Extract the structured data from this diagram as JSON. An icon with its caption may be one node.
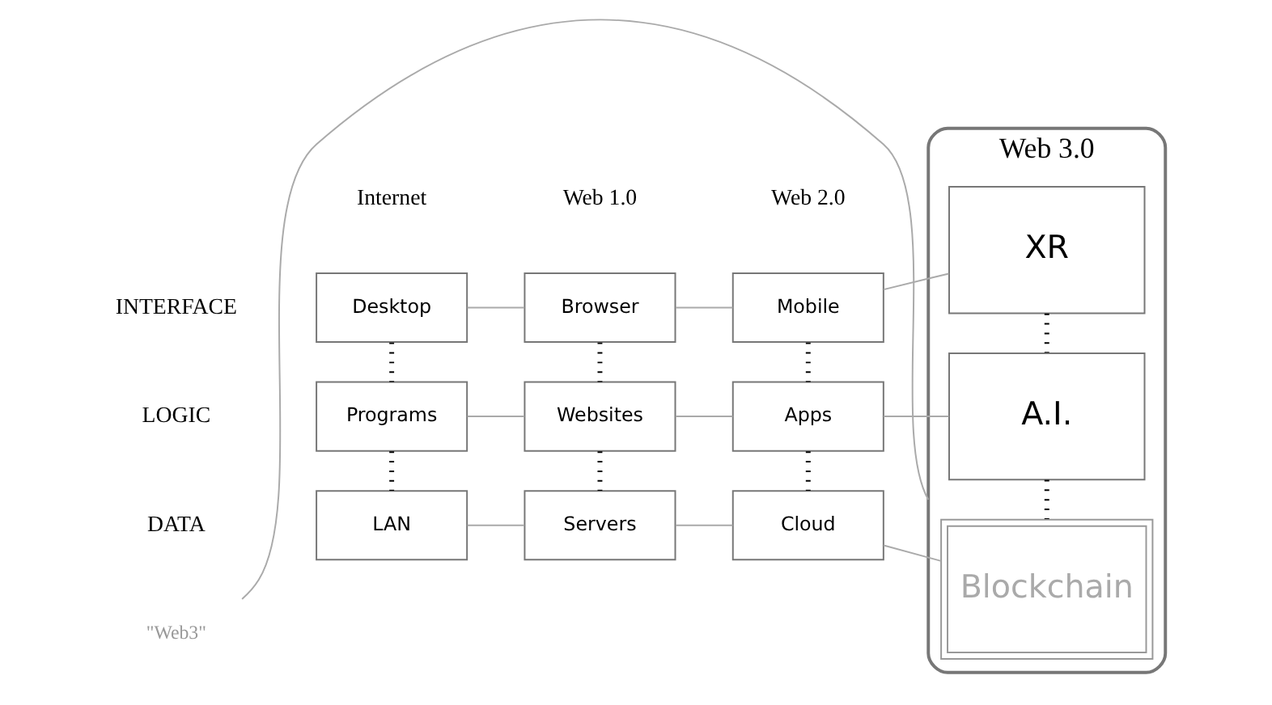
{
  "diagram": {
    "nodes": [
      {
        "text": [
          "Desktop"
        ]
      },
      {
        "text": [
          "Programs"
        ]
      },
      {
        "text": [
          "LAN"
        ]
      },
      {
        "text": [
          "Browser"
        ]
      },
      {
        "text": [
          "Websites"
        ]
      },
      {
        "text": [
          "Servers"
        ]
      },
      {
        "text": [
          "Mobile"
        ]
      },
      {
        "text": [
          "Apps"
        ]
      },
      {
        "text": [
          "Cloud"
        ]
      },
      {
        "text": [
          "Web 3.0"
        ]
      },
      {
        "text": [
          "XR"
        ],
        "in": 9
      },
      {
        "text": [
          "A.I."
        ],
        "in": 9
      },
      {
        "text": [
          "Blockchain"
        ],
        "in": 9
      },
      {
        "text": [
          "\"Web3\""
        ]
      }
    ],
    "edges": [
      {
        "from": 0,
        "to": 1,
        "arrow": "none",
        "style": "dashed",
        "color": "#000000"
      },
      {
        "from": 1,
        "to": 2,
        "arrow": "none",
        "style": "dashed",
        "color": "#000000"
      },
      {
        "from": 3,
        "to": 4,
        "arrow": "none",
        "style": "dashed",
        "color": "#000000"
      },
      {
        "from": 4,
        "to": 5,
        "arrow": "none",
        "style": "dashed",
        "color": "#000000"
      },
      {
        "from": 6,
        "to": 7,
        "arrow": "none",
        "style": "dashed",
        "color": "#000000"
      },
      {
        "from": 7,
        "to": 8,
        "arrow": "none",
        "style": "dashed",
        "color": "#000000"
      },
      {
        "from": 10,
        "to": 11,
        "arrow": "none",
        "style": "dashed",
        "color": "#000000"
      },
      {
        "from": 11,
        "to": 12,
        "arrow": "none",
        "style": "dashed",
        "color": "#000000"
      },
      {
        "from": 0,
        "to": 3,
        "arrow": "none"
      },
      {
        "from": 1,
        "to": 4,
        "arrow": "none"
      },
      {
        "from": 2,
        "to": 5,
        "arrow": "none"
      },
      {
        "from": 3,
        "to": 6,
        "arrow": "none"
      },
      {
        "from": 4,
        "to": 7,
        "arrow": "none"
      },
      {
        "from": 5,
        "to": 8,
        "arrow": "none"
      },
      {
        "from": 6,
        "to": 10,
        "arrow": "none"
      },
      {
        "from": 7,
        "to": 11,
        "arrow": "none"
      },
      {
        "from": 8,
        "to": 12,
        "arrow": "none"
      },
      {
        "from": 13,
        "to": 9,
        "arrow": "none"
      }
    ],
    "labels": [
      "Internet",
      "Web 1.0",
      "Web 2.0",
      "INTERFACE",
      "LOGIC",
      "DATA"
    ]
  }
}
